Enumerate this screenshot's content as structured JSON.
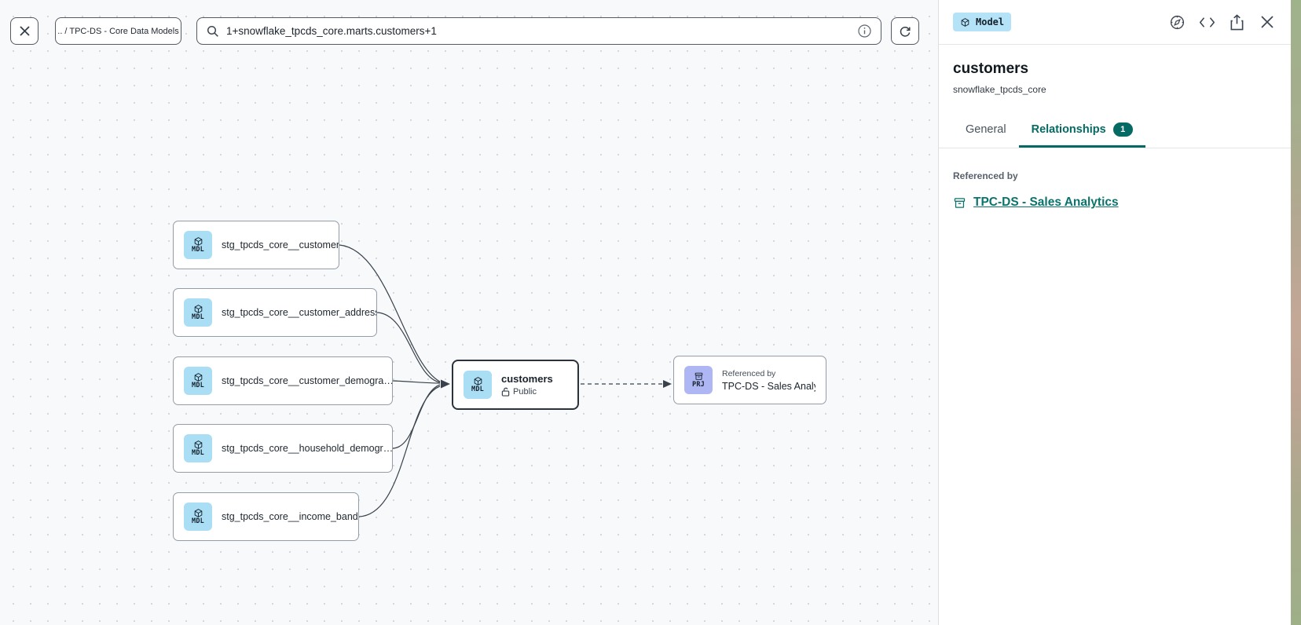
{
  "toolbar": {
    "breadcrumb": ".. / TPC-DS - Core Data Models",
    "search_value": "1+snowflake_tpcds_core.marts.customers+1"
  },
  "panel": {
    "badge_label": "Model",
    "title": "customers",
    "subtitle": "snowflake_tpcds_core",
    "tabs": [
      {
        "label": "General"
      },
      {
        "label": "Relationships",
        "count": "1"
      }
    ],
    "section_label": "Referenced by",
    "reference_link": "TPC-DS - Sales Analytics"
  },
  "canvas": {
    "upstream_nodes": [
      {
        "type": "MDL",
        "label": "stg_tpcds_core__customer"
      },
      {
        "type": "MDL",
        "label": "stg_tpcds_core__customer_address"
      },
      {
        "type": "MDL",
        "label": "stg_tpcds_core__customer_demogra…"
      },
      {
        "type": "MDL",
        "label": "stg_tpcds_core__household_demogr…"
      },
      {
        "type": "MDL",
        "label": "stg_tpcds_core__income_band"
      }
    ],
    "selected_node": {
      "type": "MDL",
      "label": "customers",
      "access": "Public"
    },
    "downstream_node": {
      "type": "PRJ",
      "kicker": "Referenced by",
      "label": "TPC-DS - Sales Analytics"
    }
  },
  "colors": {
    "accent_teal": "#056a63",
    "model_badge_blue": "#b4e3f8",
    "model_chip_blue": "#a9def5",
    "project_chip_purple": "#aeb6f3",
    "canvas_bg": "#f8f9fa",
    "edge_gray": "#39424c"
  }
}
